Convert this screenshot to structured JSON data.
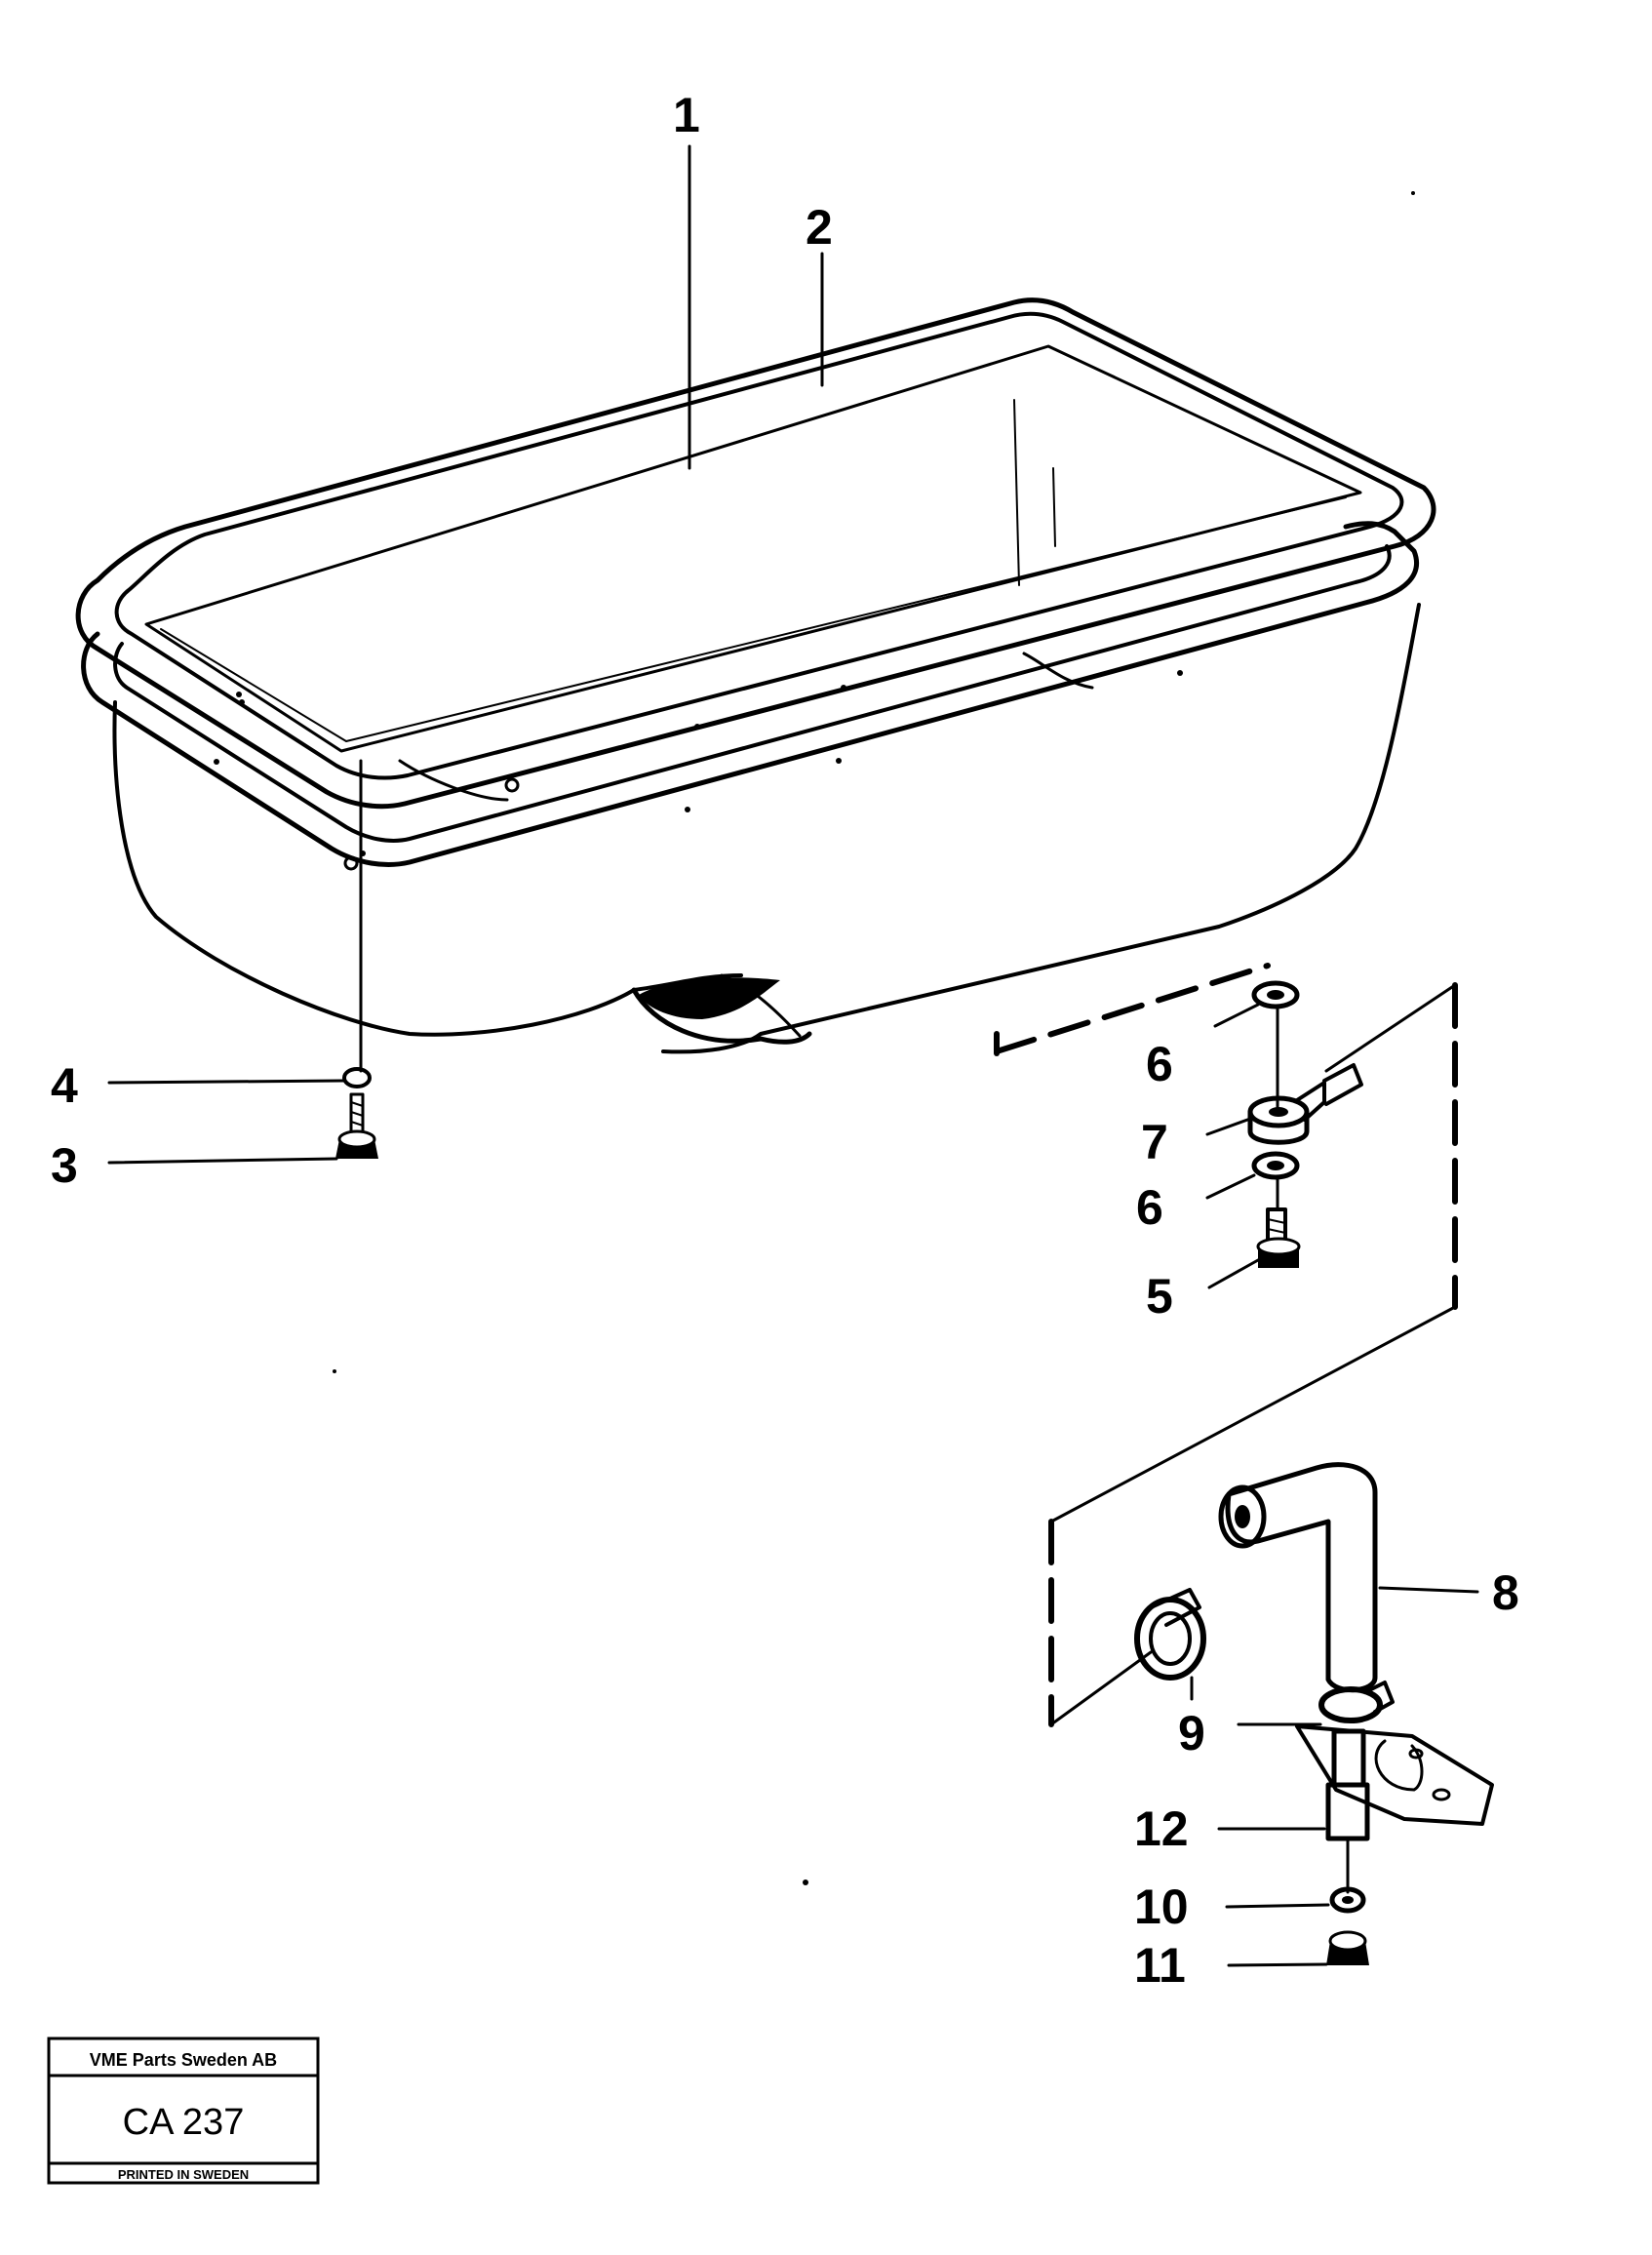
{
  "callouts": {
    "c1": "1",
    "c2": "2",
    "c3": "3",
    "c4": "4",
    "c5": "5",
    "c6a": "6",
    "c6b": "6",
    "c7": "7",
    "c8": "8",
    "c9": "9",
    "c10": "10",
    "c11": "11",
    "c12": "12"
  },
  "stamp": {
    "company": "VME Parts Sweden AB",
    "code": "CA 237",
    "printed": "PRINTED IN SWEDEN"
  }
}
